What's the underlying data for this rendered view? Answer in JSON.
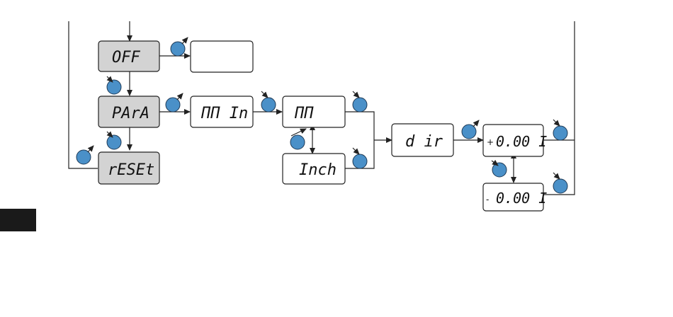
{
  "colors": {
    "menu_fill": "#d3d3d3",
    "knob_fill": "#4a90c8",
    "line": "#222222",
    "tab_block": "#1a1a1a"
  },
  "menu": {
    "off": "OFF",
    "para": "PArA",
    "reset": "rESEt"
  },
  "params": {
    "mm_in": "ПП  In",
    "mm": "ПП",
    "inch": "Inch",
    "dir": "d ir",
    "plus_value": "0.00 I",
    "minus_value": "0.00 I",
    "plus_sign": "+",
    "minus_sign": "-"
  },
  "icons": {
    "knob": "rotary-knob-icon",
    "arrow": "arrow-head-icon"
  }
}
